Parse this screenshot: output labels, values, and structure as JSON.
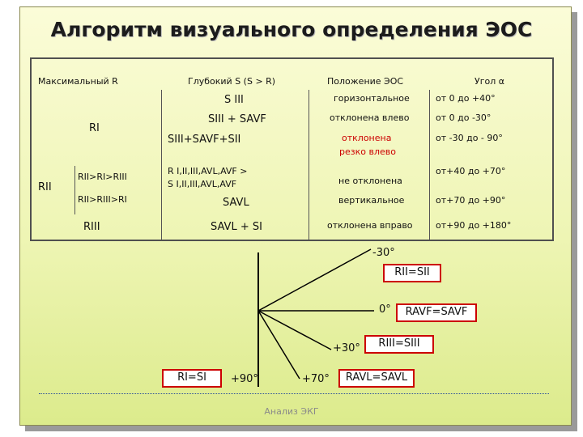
{
  "title": "Алгоритм визуального определения ЭОС",
  "table": {
    "headers": [
      "Максимальный R",
      "Глубокий S (S > R)",
      "Положение ЭОС",
      "Угол α"
    ],
    "col1": {
      "ri": "RI",
      "rii": "RII",
      "riii": "RIII"
    },
    "sub": {
      "a": "RII>RI>RIII",
      "b": "RII>RIII>RI"
    },
    "col2": [
      "S III",
      "SIII + SAVF",
      "SIII+SAVF+SII",
      "R I,II,III,AVL,AVF >",
      "S I,II,III,AVL,AVF",
      "SAVL",
      "SAVL + SI"
    ],
    "col3": [
      "горизонтальное",
      "отклонена влево",
      "отклонена",
      "резко влево",
      "не отклонена",
      "вертикальное",
      "отклонена вправо"
    ],
    "col4": [
      "от 0 до +40°",
      "от 0 до -30°",
      "от -30 до - 90°",
      "от+40 до +70°",
      "от+70 до +90°",
      "от+90 до +180°"
    ]
  },
  "diagram": {
    "angles": {
      "minus30": "-30°",
      "zero": "0°",
      "plus30": "+30°",
      "plus90": "+90°",
      "plus70": "+70°"
    },
    "boxes": {
      "rii_sii": "RII=SII",
      "ravf_savf": "RAVF=SAVF",
      "riii_siii": "RIII=SIII",
      "ri_si": "RI=SI",
      "ravl_savl": "RAVL=SAVL"
    }
  },
  "footer": "Анализ ЭКГ",
  "colors": {
    "accent": "#cc0000",
    "background": "#eef5b4",
    "divider": "#2a4f9a"
  }
}
